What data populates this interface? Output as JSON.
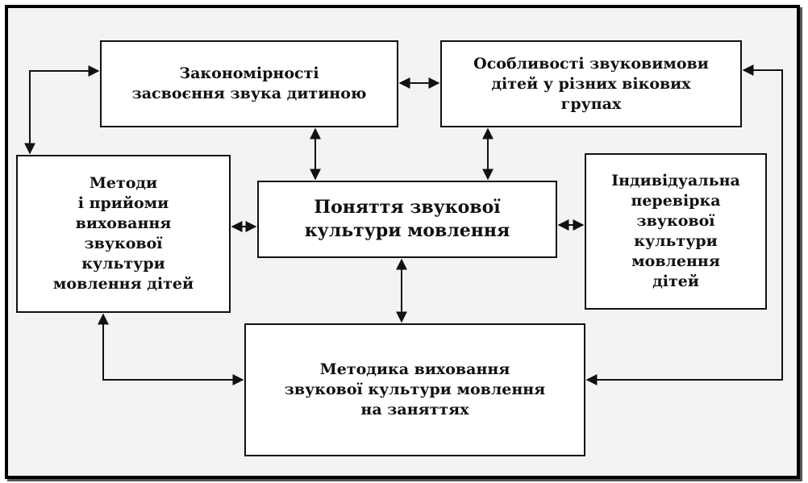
{
  "diagram": {
    "boxes": {
      "regularities": "Закономірності\nзасвоєння звука дитиною",
      "features": "Особливості звуковимови\nдітей у різних вікових\nгрупах",
      "methods": "Методи\nі прийоми\nвиховання\nзвукової\nкультури\nмовлення дітей",
      "concept": "Поняття звукової\nкультури мовлення",
      "check": "Індивідуальна\nперевірка\nзвукової\nкультури\nмовлення\nдітей",
      "methodology": "Методика виховання\nзвукової культури мовлення\nна заняттях"
    },
    "colors": {
      "line": "#111111",
      "box_fill": "#ffffff",
      "background": "#f3f3f3"
    }
  }
}
